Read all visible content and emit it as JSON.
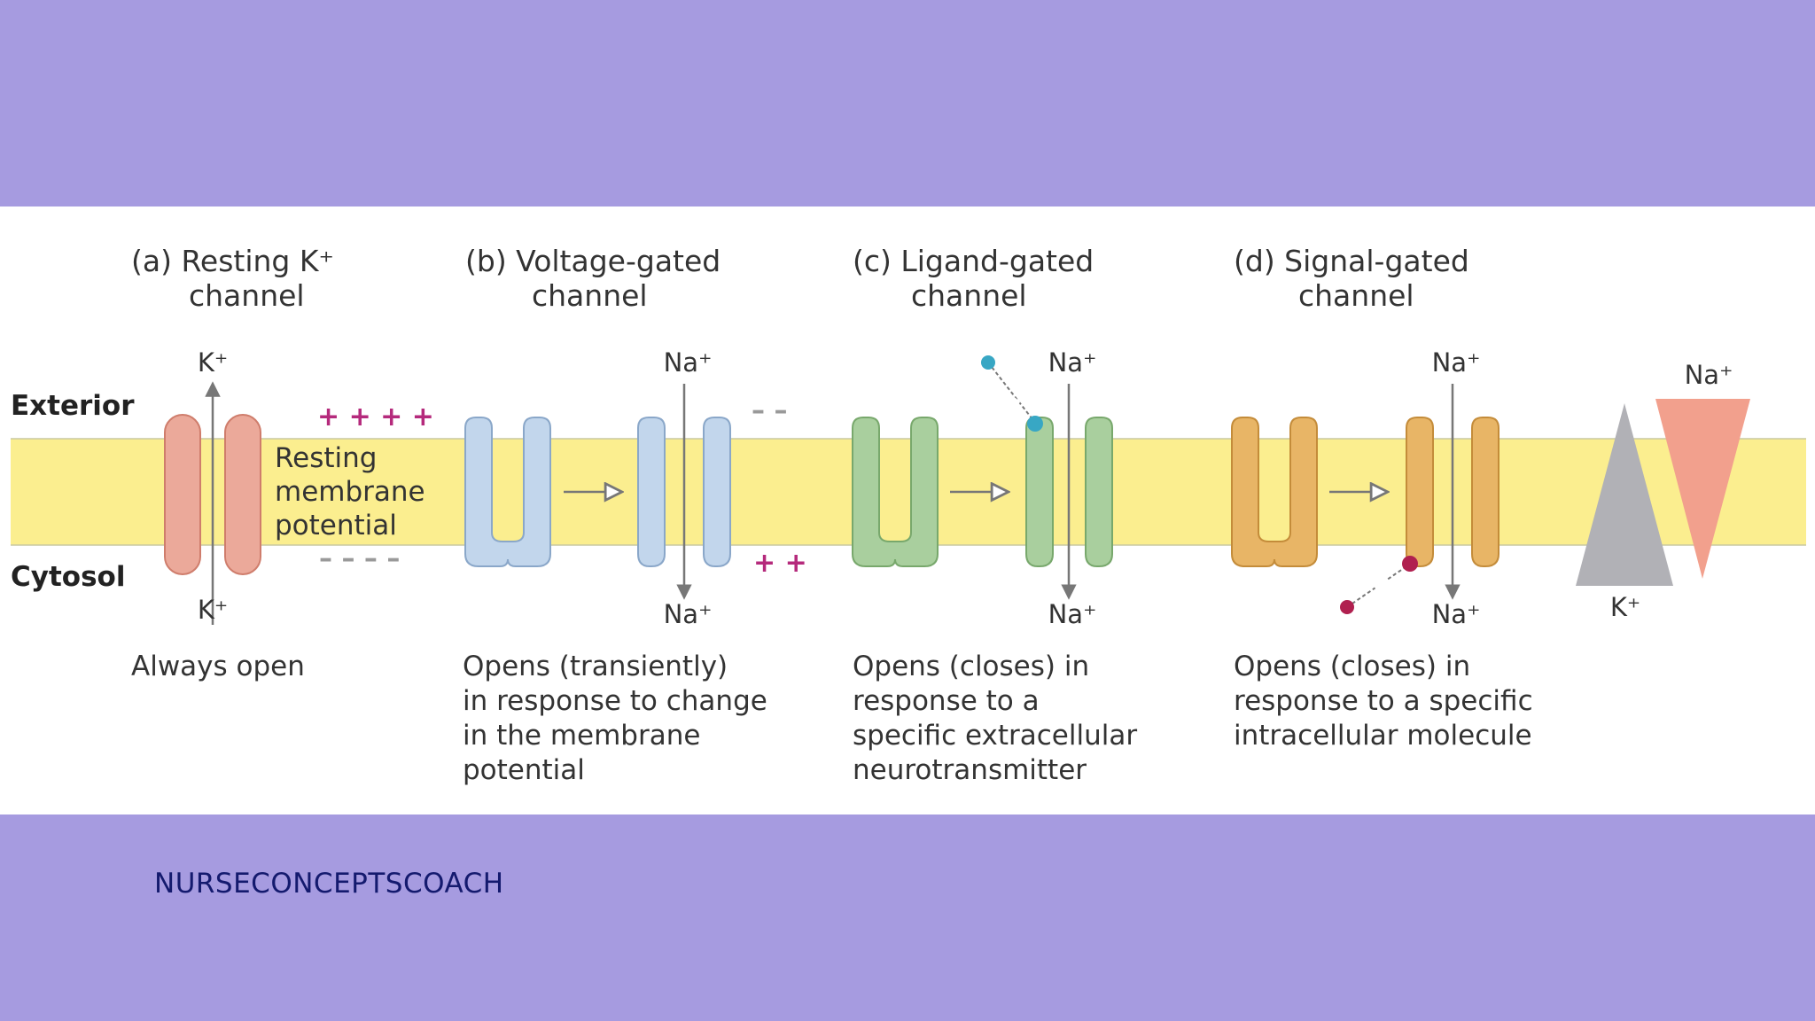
{
  "diagram": {
    "side_labels": {
      "exterior": "Exterior",
      "cytosol": "Cytosol"
    },
    "panels": [
      {
        "title_line1": "(a)  Resting K⁺",
        "title_line2": "channel",
        "ion_top": "K⁺",
        "ion_bottom": "K⁺",
        "caption": [
          "Always open"
        ]
      },
      {
        "title_line1": "(b)  Voltage-gated",
        "title_line2": "channel",
        "ion_top": "Na⁺",
        "ion_bottom": "Na⁺",
        "caption": [
          "Opens (transiently)",
          "in response to change",
          "in the membrane",
          "potential"
        ]
      },
      {
        "title_line1": "(c)  Ligand-gated",
        "title_line2": "channel",
        "ion_top": "Na⁺",
        "ion_bottom": "Na⁺",
        "caption": [
          "Opens (closes) in",
          "response to a",
          "specific extracellular",
          "neurotransmitter"
        ]
      },
      {
        "title_line1": "(d)  Signal-gated",
        "title_line2": "channel",
        "ion_top": "Na⁺",
        "ion_bottom": "Na⁺",
        "caption": [
          "Opens (closes) in",
          "response to a specific",
          "intracellular molecule"
        ]
      }
    ],
    "resting_potential_label": [
      "Resting",
      "membrane",
      "potential"
    ],
    "charges": {
      "exterior_positive": "+ + + +",
      "cytosol_negative": "– – – –",
      "exterior_negative": "– –",
      "cytosol_positive": "+ +"
    },
    "gradient": {
      "na_label": "Na⁺",
      "k_label": "K⁺"
    },
    "colors": {
      "membrane": "#fbee8f",
      "k_channel": "#eba99a",
      "voltage_channel": "#c2d6ec",
      "ligand_channel": "#a9cf9e",
      "signal_channel": "#e8b566",
      "ligand": "#38a7c4",
      "signal_molecule": "#b0204f",
      "na_gradient": "#f2a08d",
      "k_gradient": "#b1b1b6",
      "charge": "#b52a7c"
    }
  },
  "footer": {
    "brand": "NURSECONCEPTSCOACH"
  }
}
